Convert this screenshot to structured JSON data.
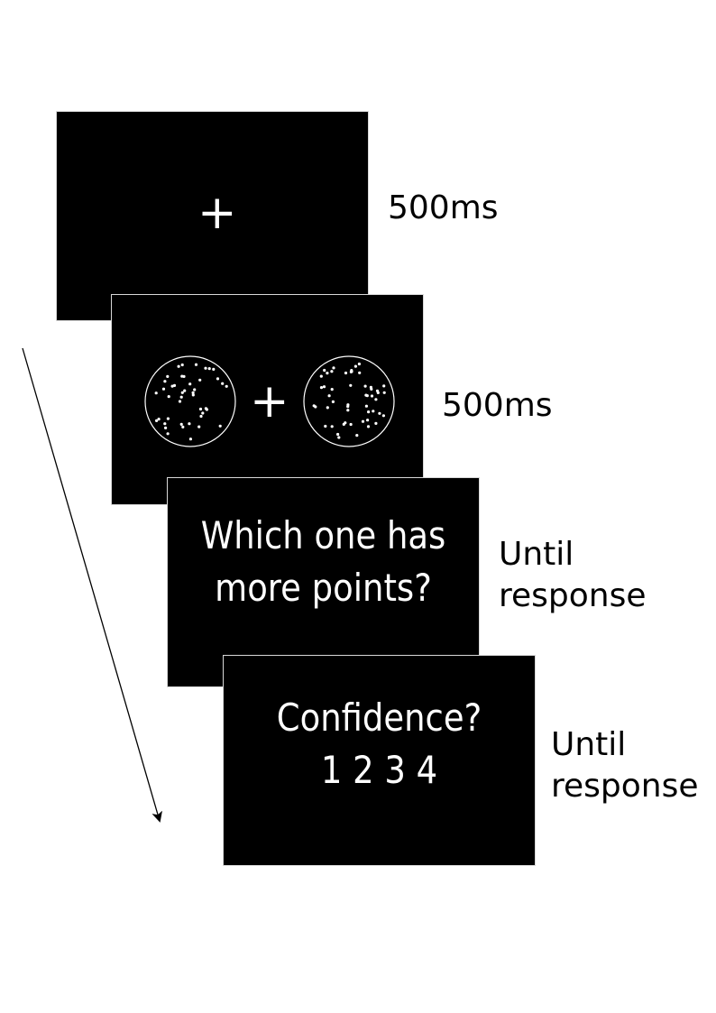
{
  "screens": {
    "fixation": {
      "symbol": "+",
      "duration": "500ms"
    },
    "stimulus": {
      "symbol": "+",
      "duration": "500ms"
    },
    "question": {
      "line1": "Which one has",
      "line2": "more points?",
      "duration": "Until\nresponse"
    },
    "confidence": {
      "line1": "Confidence?",
      "line2": "1 2 3 4",
      "duration": "Until\nresponse"
    }
  },
  "colors": {
    "screen_background": "#000000",
    "screen_foreground": "#ffffff",
    "label_text": "#000000"
  }
}
